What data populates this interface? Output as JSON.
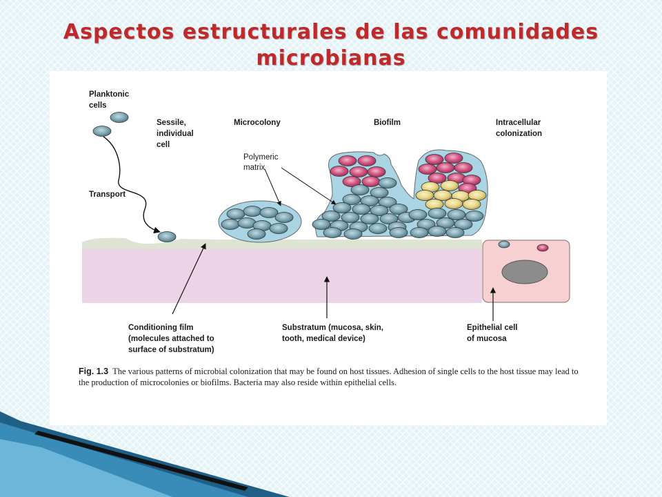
{
  "slide": {
    "title_line1": "Aspectos estructurales de las comunidades",
    "title_line2": "microbianas"
  },
  "figure": {
    "labels": {
      "planktonic_1": "Planktonic",
      "planktonic_2": "cells",
      "sessile_1": "Sessile,",
      "sessile_2": "individual",
      "sessile_3": "cell",
      "microcolony": "Microcolony",
      "biofilm": "Biofilm",
      "intracellular_1": "Intracellular",
      "intracellular_2": "colonization",
      "polymeric_1": "Polymeric",
      "polymeric_2": "matrix",
      "transport": "Transport",
      "conditioning_1": "Conditioning film",
      "conditioning_2": "(molecules attached to",
      "conditioning_3": "surface of substratum)",
      "substratum_1": "Substratum (mucosa, skin,",
      "substratum_2": "tooth, medical device)",
      "epithelial_1": "Epithelial cell",
      "epithelial_2": "of mucosa"
    },
    "caption_label": "Fig. 1.3",
    "caption_text": "The various patterns of microbial colonization that may be found on host tissues. Adhesion of single cells to the host tissue may lead to the production of microcolonies or biofilms. Bacteria may also reside within epithelial cells."
  },
  "colors": {
    "title": "#c0282a",
    "bacterium_blue": "#6f9aa8",
    "bacterium_pink": "#c8497a",
    "bacterium_yellow": "#e6d98a",
    "matrix": "#a9d4e3",
    "substratum": "#ecd3e6",
    "conditioning_film": "#dde4d3",
    "epithelial_cell": "#f7d1d1",
    "nucleus": "#8c8c8c"
  }
}
